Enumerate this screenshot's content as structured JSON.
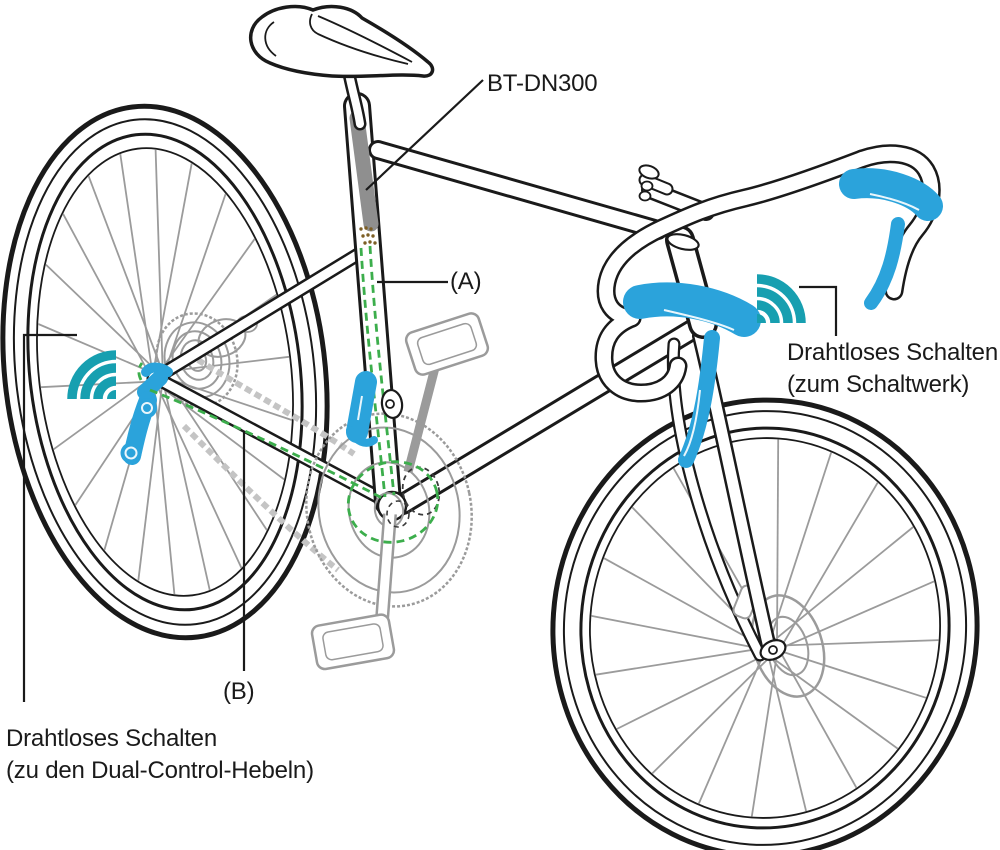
{
  "diagram": {
    "labels": {
      "battery": "BT-DN300",
      "wire_a": "(A)",
      "wire_b": "(B)",
      "wireless_to_derailleur": {
        "line1": "Drahtloses Schalten",
        "line2": "(zum Schaltwerk)"
      },
      "wireless_to_levers": {
        "line1": "Drahtloses Schalten",
        "line2": "(zu den Dual-Control-Hebeln)"
      }
    },
    "icons": {
      "left": "wireless-signal-icon",
      "right": "wireless-signal-icon"
    },
    "colors": {
      "ink": "#1a1a1a",
      "sketch": "#9b9b9b",
      "highlight_blue": "#2ba3db",
      "signal_teal": "#179fb0",
      "wire_green": "#3cae4c",
      "battery_gray": "#8f8f8f",
      "background": "#ffffff"
    }
  }
}
